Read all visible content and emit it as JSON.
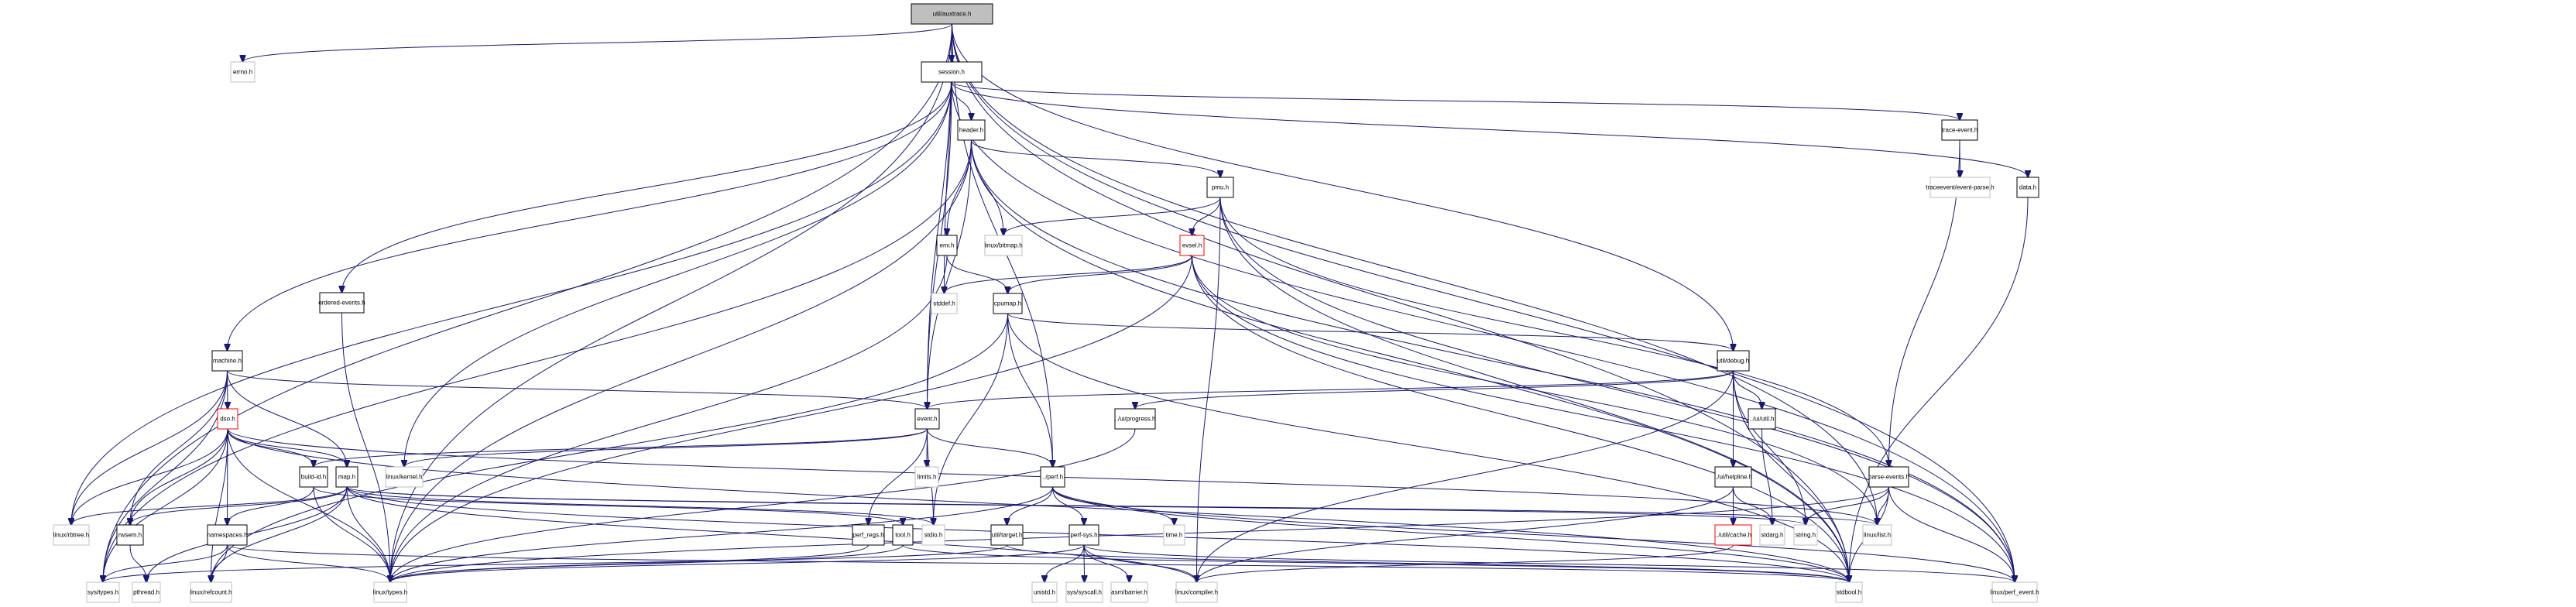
{
  "graph": {
    "title": "util/auxtrace.h include dependency graph",
    "colors": {
      "edge": "#191970",
      "root_fill": "#bfbfbf",
      "truncated_border": "#ff0000",
      "external_border": "#bfbfbf",
      "normal_border": "#000000"
    },
    "nodes": [
      {
        "id": "auxtrace",
        "label": "util/auxtrace.h",
        "kind": "root"
      },
      {
        "id": "errno",
        "label": "errno.h",
        "kind": "external"
      },
      {
        "id": "session",
        "label": "session.h",
        "kind": "normal"
      },
      {
        "id": "header",
        "label": "header.h",
        "kind": "normal"
      },
      {
        "id": "trace_event",
        "label": "trace-event.h",
        "kind": "normal"
      },
      {
        "id": "event_parse",
        "label": "traceevent/event-parse.h",
        "kind": "external"
      },
      {
        "id": "data",
        "label": "data.h",
        "kind": "normal"
      },
      {
        "id": "pmu",
        "label": "pmu.h",
        "kind": "normal"
      },
      {
        "id": "ordered_events",
        "label": "ordered-events.h",
        "kind": "normal"
      },
      {
        "id": "env",
        "label": "env.h",
        "kind": "normal"
      },
      {
        "id": "bitmap",
        "label": "linux/bitmap.h",
        "kind": "external"
      },
      {
        "id": "evsel",
        "label": "evsel.h",
        "kind": "truncated"
      },
      {
        "id": "stddef",
        "label": "stddef.h",
        "kind": "external"
      },
      {
        "id": "cpumap",
        "label": "cpumap.h",
        "kind": "normal"
      },
      {
        "id": "machine",
        "label": "machine.h",
        "kind": "normal"
      },
      {
        "id": "debug",
        "label": "util/debug.h",
        "kind": "normal"
      },
      {
        "id": "dso",
        "label": "dso.h",
        "kind": "truncated"
      },
      {
        "id": "event",
        "label": "event.h",
        "kind": "normal"
      },
      {
        "id": "progress",
        "label": "../ui/progress.h",
        "kind": "normal"
      },
      {
        "id": "ui_util",
        "label": "../ui/util.h",
        "kind": "normal"
      },
      {
        "id": "build_id",
        "label": "build-id.h",
        "kind": "normal"
      },
      {
        "id": "map",
        "label": "map.h",
        "kind": "normal"
      },
      {
        "id": "kernel",
        "label": "linux/kernel.h",
        "kind": "external"
      },
      {
        "id": "limits",
        "label": "limits.h",
        "kind": "external"
      },
      {
        "id": "perf",
        "label": "../perf.h",
        "kind": "normal"
      },
      {
        "id": "helpline",
        "label": "../ui/helpline.h",
        "kind": "normal"
      },
      {
        "id": "parse_events",
        "label": "parse-events.h",
        "kind": "normal"
      },
      {
        "id": "rbtree",
        "label": "linux/rbtree.h",
        "kind": "external"
      },
      {
        "id": "rwsem",
        "label": "rwsem.h",
        "kind": "normal"
      },
      {
        "id": "namespaces",
        "label": "namespaces.h",
        "kind": "normal"
      },
      {
        "id": "perf_regs",
        "label": "perf_regs.h",
        "kind": "normal"
      },
      {
        "id": "tool",
        "label": "tool.h",
        "kind": "normal"
      },
      {
        "id": "stdio",
        "label": "stdio.h",
        "kind": "external"
      },
      {
        "id": "target",
        "label": "util/target.h",
        "kind": "normal"
      },
      {
        "id": "perf_sys",
        "label": "perf-sys.h",
        "kind": "normal"
      },
      {
        "id": "time",
        "label": "time.h",
        "kind": "external"
      },
      {
        "id": "cache",
        "label": "../util/cache.h",
        "kind": "truncated"
      },
      {
        "id": "stdarg",
        "label": "stdarg.h",
        "kind": "external"
      },
      {
        "id": "string",
        "label": "string.h",
        "kind": "external"
      },
      {
        "id": "list",
        "label": "linux/list.h",
        "kind": "external"
      },
      {
        "id": "sys_types",
        "label": "sys/types.h",
        "kind": "external"
      },
      {
        "id": "pthread",
        "label": "pthread.h",
        "kind": "external"
      },
      {
        "id": "refcount",
        "label": "linux/refcount.h",
        "kind": "external"
      },
      {
        "id": "linux_types",
        "label": "linux/types.h",
        "kind": "external"
      },
      {
        "id": "unistd",
        "label": "unistd.h",
        "kind": "external"
      },
      {
        "id": "syscall",
        "label": "sys/syscall.h",
        "kind": "external"
      },
      {
        "id": "barrier",
        "label": "asm/barrier.h",
        "kind": "external"
      },
      {
        "id": "compiler",
        "label": "linux/compiler.h",
        "kind": "external"
      },
      {
        "id": "stdbool",
        "label": "stdbool.h",
        "kind": "external"
      },
      {
        "id": "perf_event",
        "label": "linux/perf_event.h",
        "kind": "external"
      }
    ],
    "edges": [
      [
        "auxtrace",
        "session"
      ],
      [
        "auxtrace",
        "errno"
      ],
      [
        "auxtrace",
        "sys_types"
      ],
      [
        "auxtrace",
        "stddef"
      ],
      [
        "auxtrace",
        "linux_types"
      ],
      [
        "auxtrace",
        "event"
      ],
      [
        "auxtrace",
        "perf"
      ],
      [
        "auxtrace",
        "debug"
      ],
      [
        "auxtrace",
        "list"
      ],
      [
        "auxtrace",
        "stdbool"
      ],
      [
        "auxtrace",
        "perf_event"
      ],
      [
        "session",
        "header"
      ],
      [
        "session",
        "machine"
      ],
      [
        "session",
        "ordered_events"
      ],
      [
        "session",
        "event"
      ],
      [
        "session",
        "kernel"
      ],
      [
        "session",
        "rbtree"
      ],
      [
        "session",
        "trace_event"
      ],
      [
        "session",
        "data"
      ],
      [
        "session",
        "perf_event"
      ],
      [
        "header",
        "pmu"
      ],
      [
        "header",
        "env"
      ],
      [
        "header",
        "bitmap"
      ],
      [
        "header",
        "event"
      ],
      [
        "header",
        "linux_types"
      ],
      [
        "header",
        "sys_types"
      ],
      [
        "header",
        "stdbool"
      ],
      [
        "header",
        "perf_event"
      ],
      [
        "trace_event",
        "event_parse"
      ],
      [
        "trace_event",
        "parse_events"
      ],
      [
        "data",
        "stdbool"
      ],
      [
        "pmu",
        "evsel"
      ],
      [
        "pmu",
        "bitmap"
      ],
      [
        "pmu",
        "parse_events"
      ],
      [
        "pmu",
        "compiler"
      ],
      [
        "pmu",
        "stdbool"
      ],
      [
        "pmu",
        "perf_event"
      ],
      [
        "ordered_events",
        "linux_types"
      ],
      [
        "env",
        "cpumap"
      ],
      [
        "env",
        "linux_types"
      ],
      [
        "evsel",
        "cpumap"
      ],
      [
        "evsel",
        "stddef"
      ],
      [
        "evsel",
        "linux_types"
      ],
      [
        "evsel",
        "list"
      ],
      [
        "evsel",
        "stdbool"
      ],
      [
        "evsel",
        "perf_event"
      ],
      [
        "cpumap",
        "debug"
      ],
      [
        "cpumap",
        "perf"
      ],
      [
        "cpumap",
        "stdio"
      ],
      [
        "cpumap",
        "refcount"
      ],
      [
        "cpumap",
        "stdbool"
      ],
      [
        "machine",
        "dso"
      ],
      [
        "machine",
        "map"
      ],
      [
        "machine",
        "event"
      ],
      [
        "machine",
        "rwsem"
      ],
      [
        "machine",
        "rbtree"
      ],
      [
        "machine",
        "sys_types"
      ],
      [
        "debug",
        "event"
      ],
      [
        "debug",
        "progress"
      ],
      [
        "debug",
        "ui_util"
      ],
      [
        "debug",
        "helpline"
      ],
      [
        "debug",
        "string"
      ],
      [
        "debug",
        "compiler"
      ],
      [
        "debug",
        "stdbool"
      ],
      [
        "dso",
        "build_id"
      ],
      [
        "dso",
        "map"
      ],
      [
        "dso",
        "namespaces"
      ],
      [
        "dso",
        "rwsem"
      ],
      [
        "dso",
        "rbtree"
      ],
      [
        "dso",
        "sys_types"
      ],
      [
        "dso",
        "refcount"
      ],
      [
        "dso",
        "linux_types"
      ],
      [
        "dso",
        "stdbool"
      ],
      [
        "dso",
        "list"
      ],
      [
        "event",
        "build_id"
      ],
      [
        "event",
        "perf"
      ],
      [
        "event",
        "kernel"
      ],
      [
        "event",
        "limits"
      ],
      [
        "event",
        "stdio"
      ],
      [
        "event",
        "perf_regs"
      ],
      [
        "progress",
        "linux_types"
      ],
      [
        "ui_util",
        "stdarg"
      ],
      [
        "build_id",
        "namespaces"
      ],
      [
        "build_id",
        "linux_types"
      ],
      [
        "build_id",
        "tool"
      ],
      [
        "map",
        "rbtree"
      ],
      [
        "map",
        "rwsem"
      ],
      [
        "map",
        "pthread"
      ],
      [
        "map",
        "refcount"
      ],
      [
        "map",
        "linux_types"
      ],
      [
        "map",
        "stdio"
      ],
      [
        "map",
        "string"
      ],
      [
        "map",
        "stdbool"
      ],
      [
        "map",
        "compiler"
      ],
      [
        "map",
        "list"
      ],
      [
        "perf",
        "target"
      ],
      [
        "perf",
        "perf_sys"
      ],
      [
        "perf",
        "time"
      ],
      [
        "perf",
        "linux_types"
      ],
      [
        "perf",
        "stdbool"
      ],
      [
        "perf",
        "perf_event"
      ],
      [
        "helpline",
        "cache"
      ],
      [
        "helpline",
        "stdarg"
      ],
      [
        "helpline",
        "compiler"
      ],
      [
        "parse_events",
        "list"
      ],
      [
        "parse_events",
        "string"
      ],
      [
        "parse_events",
        "stdbool"
      ],
      [
        "parse_events",
        "perf_event"
      ],
      [
        "parse_events",
        "linux_types"
      ],
      [
        "rwsem",
        "pthread"
      ],
      [
        "namespaces",
        "sys_types"
      ],
      [
        "namespaces",
        "refcount"
      ],
      [
        "namespaces",
        "linux_types"
      ],
      [
        "namespaces",
        "stdbool"
      ],
      [
        "perf_regs",
        "linux_types"
      ],
      [
        "tool",
        "stdbool"
      ],
      [
        "tool",
        "linux_types"
      ],
      [
        "target",
        "stdbool"
      ],
      [
        "target",
        "sys_types"
      ],
      [
        "perf_sys",
        "unistd"
      ],
      [
        "perf_sys",
        "syscall"
      ],
      [
        "perf_sys",
        "barrier"
      ],
      [
        "perf_sys",
        "compiler"
      ],
      [
        "perf_sys",
        "linux_types"
      ],
      [
        "perf_sys",
        "perf_event"
      ],
      [
        "cache",
        "compiler"
      ]
    ]
  }
}
